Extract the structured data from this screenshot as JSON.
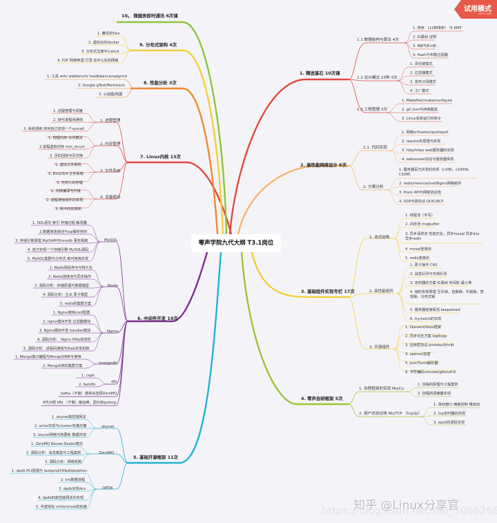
{
  "title": "零声学院九代大纲 T3.1岗位",
  "badge": {
    "label": "试用模式",
    "sub": "XMind ZEN"
  },
  "watermark": {
    "zhihu": "知乎 @Linux分享官",
    "csdn": "https://blog.csdn.net/m0_50662680"
  },
  "colors": {
    "red": "#e04a3f",
    "orange_light": "#f5b56b",
    "yellow": "#f2cf3a",
    "green": "#9cc23a",
    "cyan": "#1fb2d1",
    "purple": "#7b2e8e",
    "orange": "#ef8a2c",
    "lime": "#8cc43c",
    "bg": "#f4f4f8"
  },
  "branches": [
    {
      "label": "1. 精进基石 10次课",
      "children": [
        {
          "label": "1.1 数据结构与算法 4次",
          "children": [
            "1. 排序 （11种排序） 与 KMP",
            "2. 红黑树 证明",
            "3. B树与B+树",
            "4. Hash与布隆过滤器"
          ]
        },
        {
          "label": "1.2 设计模式 23种 3次",
          "children": [
            "1. 责任链模式",
            "2. 过滤器模式",
            "3. 发布订阅模式",
            "4. 工厂模式"
          ]
        },
        {
          "label": "1.3 工程管理 3次",
          "children": [
            "1. Makefile/cmake/configure",
            "2. git /svn与持续集成",
            "3. Linux系统运行时命令"
          ]
        }
      ]
    },
    {
      "label": "2. 高性能网络设计 8次",
      "children": [
        {
          "label": "2.1. 代码实现",
          "children": [
            "1. 网络io与select/poll/epoll",
            "2. reactor的原理与实现",
            "3. http/https web服务器的实现",
            "4. websocket协议与服务器实现"
          ]
        },
        {
          "label": "2. 方案分析",
          "children": [
            "1. 服务器百万并发的实现（c10K，c1000k, C10M）",
            "2. redis/memcached/Nginx网络组件",
            "3. Posix API与网络协议栈",
            "4. UDP可靠协议 QUIC/KCP"
          ]
        }
      ]
    },
    {
      "label": "3. 基础组件实现专栏 17次",
      "children": [
        {
          "label": "1. 池式结构",
          "children": [
            "1. 线程池（手写）",
            "2. 内存池 ringbuffer",
            "3. 异步请求池 性能优化，异步mysql 异步dns 异步redis",
            "4. mysql连接池",
            "5. redis连接池"
          ]
        },
        {
          "label": "2. 高性能组件",
          "children": [
            "1. 原子操作 CAS",
            "2. 消息队列与无锁队列",
            "3. 定时器的方案 红黑树 时间轮 最小堆",
            "4. 锁的实现原理 互斥锁，自旋锁，乐观锁，悲观锁，分布式锁",
            "5. 服务器连接保活 keepalived",
            "6. try/catch的实现"
          ]
        },
        {
          "label": "3. 开源组件",
          "children": [
            "1. libevent/libev框架",
            "2. 异步日志方案 log4cpp",
            "3. 应用层协议 protobuf/thrift",
            "4. openssl加密",
            "5. json与xml解析器",
            "6. 字符编码unicode/gbk/utf-8"
          ]
        }
      ]
    },
    {
      "label": "4. 零声自研框架 5次",
      "children": [
        {
          "label": "1. 协程框架的实现 NtyCo",
          "children": [
            "1. 协程的原理与工程案例",
            "2. 协程的调度器实现"
          ]
        },
        {
          "label": "2. 用户态协议栈 NtyTCP （tcp/ip）",
          "children": [
            "1. 滑动窗口 拥塞控制 慢启动",
            "2. tcp定时器的实现",
            "3. epoll的源码实现"
          ]
        }
      ]
    },
    {
      "label": "5. 基础开源框架 11次",
      "children": [
        {
          "label": "skynet",
          "children": [
            "1. skynet高性能网关",
            "2. actor实现与cluster/负载均衡",
            "3. skynet网络与热更新 数据共享"
          ]
        },
        {
          "label": "ZeroMQ",
          "children": [
            "1. ZeroMQ Router-Dealer模式",
            "2. 源码分析：消息模型与工程案例",
            "3. 源码分析：网络机制"
          ]
        },
        {
          "label": "DPDK",
          "children": [
            "1. dpdk PCI原理与 testpmd/l3fwd/skeletion",
            "2. kni数据流程",
            "3. dpdk实现dns",
            "4. dpdk的高性能网关的实现",
            "5. 半虚拟化 virtio/vhost的加速"
          ]
        }
      ]
    },
    {
      "label": "6. 中间件开发 19次",
      "children": [
        {
          "label": "MySQL",
          "children": [
            "1. SQL语句 索引 存储过程 触发器",
            "2.数据库连接池与sql解析剖析",
            "3. 存储引擎原理 MyISAM与Innodb 事务隔离",
            "4. 自己实现一个存储引擎 MySQL源码",
            "5. MySQL集群与分布式 高可用高并发"
          ]
        },
        {
          "label": "Redis",
          "children": [
            "1. Redis相关命令与持久化",
            "2. Redis连接池与异步操作",
            "3. 源码分析：存储原理与数据模型",
            "4. 源码分析：主从 原子模型",
            "5. redis的集群方案"
          ]
        },
        {
          "label": "Nginx",
          "children": [
            "1. Nginx使用conf配置",
            "2. nginx模块开发 过滤器模块",
            "3. Nginx模块开发 handler模块",
            "4. 源码分析： Nginx Http状态机",
            "5. 源码分析：进程间通信与Slab共享机制"
          ]
        },
        {
          "label": "mongodb",
          "children": [
            "1. Mongo接口编程与MongoDB命令使用",
            "2. MongoDB的集群方案"
          ]
        },
        {
          "label": "dfs",
          "children": [
            "1. ceph",
            "2. fastdfs"
          ]
        },
        {
          "label": "kafka（不做）通常会选择ZeroMQ",
          "children": []
        },
        {
          "label": "8代大纲 k8s （不做）偏运维，因为有golang",
          "children": []
        }
      ]
    },
    {
      "label": "7. Linux内核 13次",
      "children": [
        {
          "label": "1. 进程管理",
          "children": [
            "1. 进程管理与调度",
            "2. 锁与进程间通信",
            "3. 系统调用 如何自己实现一个syscall"
          ]
        },
        {
          "label": "2. 内存管理",
          "children": [
            "1. 物理内存 伙伴算法",
            "2.进程虚拟内存 mm_struct",
            "3. 页的回收与页交换"
          ]
        },
        {
          "label": "3. 文件系统",
          "children": [
            "1. 虚拟文件系统",
            "2. Ext2/3/4 文件系统",
            "3. 无持久的存储"
          ]
        },
        {
          "label": "4. 设备驱动",
          "children": [
            "1. 内核编译与升级",
            "2. 进程通信组件的实现",
            "3. 网卡的实现吧"
          ]
        }
      ]
    },
    {
      "label": "8. 性能分析 3次",
      "children": [
        {
          "label": "",
          "children": [
            "1. 工具 wrk/ webbench/ loadbalance/valgrind",
            "2. Google gTest/Memtrack",
            "3. 火焰图/热图"
          ]
        }
      ]
    },
    {
      "label": "9. 分布式架构 4次",
      "children": [
        {
          "label": "",
          "children": [
            "1. 腾讯的Tars",
            "2. 虚拟化的docker",
            "3. 分布式注册中心etcd",
            "4. P2P 网络穿透 打洞 去中心化的网络"
          ]
        }
      ]
    },
    {
      "label": "10。 微服务即时通讯 6次课",
      "children": []
    }
  ]
}
